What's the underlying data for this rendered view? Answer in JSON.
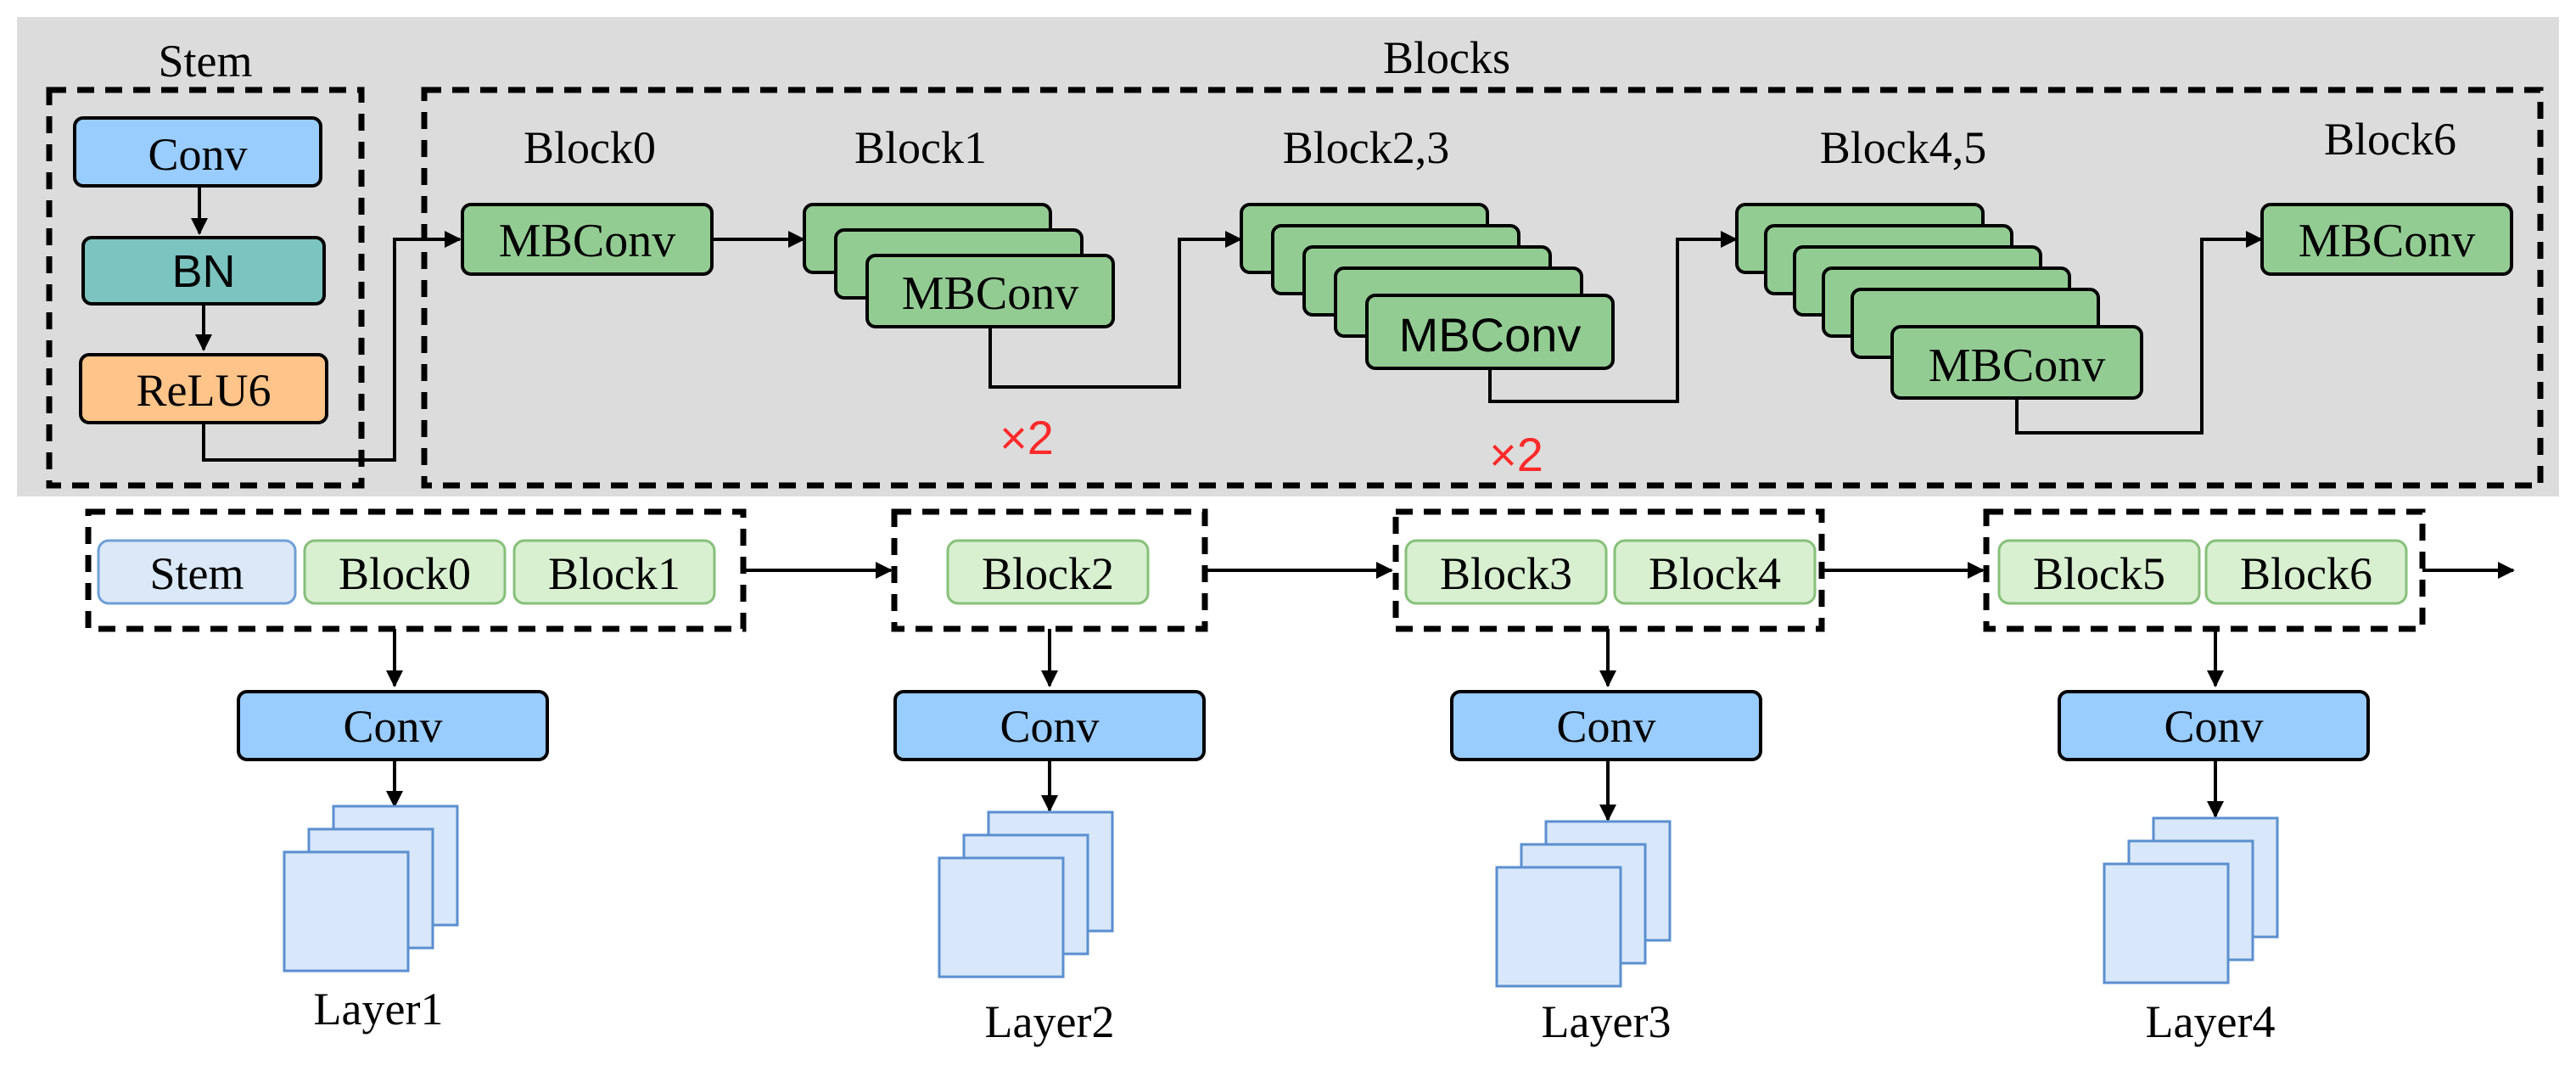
{
  "colors": {
    "panel_bg": "#dcdcdc",
    "conv": "#99ccff",
    "bn": "#7bc4c0",
    "relu6": "#ffc48a",
    "mbconv": "#93cc93",
    "block_small": "#d8efd0",
    "stem_small": "#dbe8f8",
    "layer_page": "#d8e7f9",
    "repeat_mark": "#ff2a2a"
  },
  "top": {
    "stem_title": "Stem",
    "blocks_title": "Blocks",
    "stem_conv": "Conv",
    "stem_bn": "BN",
    "stem_relu": "ReLU6",
    "block_labels": [
      "Block0",
      "Block1",
      "Block2,3",
      "Block4,5",
      "Block6"
    ],
    "mbconv": "MBConv",
    "repeat_1": "×2",
    "repeat_2": "×2"
  },
  "bottom": {
    "group1": [
      "Stem",
      "Block0",
      "Block1"
    ],
    "group2": [
      "Block2"
    ],
    "group3": [
      "Block3",
      "Block4"
    ],
    "group4": [
      "Block5",
      "Block6"
    ],
    "conv": "Conv",
    "layers": [
      "Layer1",
      "Layer2",
      "Layer3",
      "Layer4"
    ]
  }
}
